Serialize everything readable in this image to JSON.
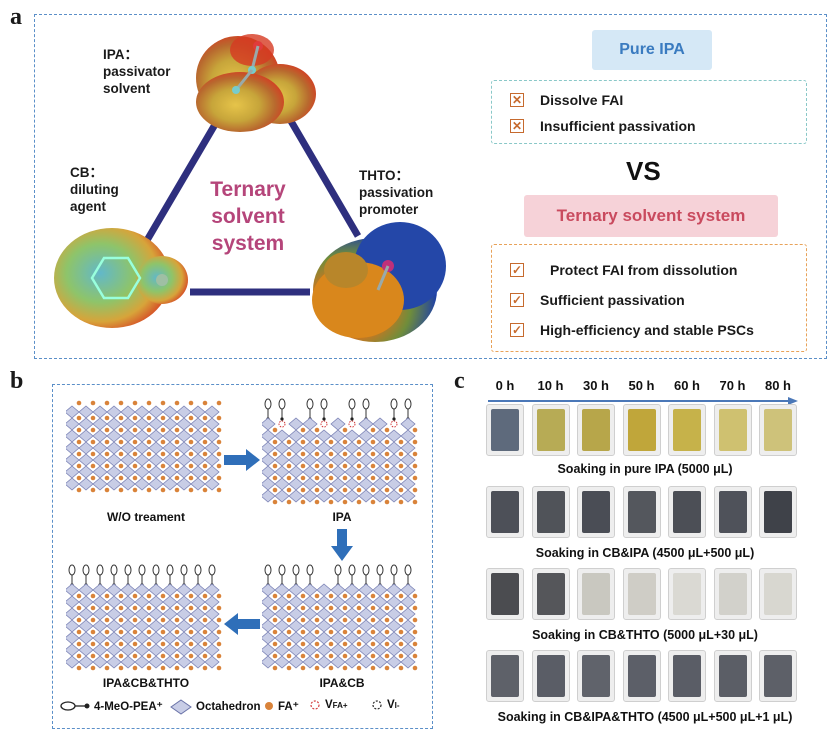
{
  "panel_a": {
    "letter": "a",
    "ipa_label": "IPA：\npassivator\nsolvent",
    "cb_label": "CB：\ndiluting\nagent",
    "thto_label": "THTO：\npassivation\npromoter",
    "center_title": "Ternary\nsolvent\nsystem",
    "pure_ipa": "Pure IPA",
    "pure_ipa_items": [
      "Dissolve FAI",
      "Insufficient passivation"
    ],
    "vs": "VS",
    "ternary": "Ternary solvent system",
    "ternary_items": [
      "Protect FAI from dissolution",
      "Sufficient passivation",
      "High-efficiency and stable PSCs"
    ],
    "colors": {
      "box_border": "#5b8fc8",
      "triangle": "#2e2f7e",
      "title": "#b5457a",
      "check": "#c66a2e"
    }
  },
  "panel_b": {
    "letter": "b",
    "stages": [
      "W/O treament",
      "IPA",
      "IPA&CB",
      "IPA&CB&THTO"
    ],
    "legend": [
      "4-MeO-PEA⁺",
      "Octahedron",
      "FA⁺",
      "V",
      "V"
    ],
    "legend_sub": [
      "",
      "",
      "",
      "FA+",
      "I-"
    ]
  },
  "panel_c": {
    "letter": "c",
    "hours": [
      "0 h",
      "10 h",
      "30 h",
      "50 h",
      "60 h",
      "70 h",
      "80 h"
    ],
    "captions": [
      "Soaking in pure IPA (5000 μL)",
      "Soaking in CB&IPA (4500 μL+500 μL)",
      "Soaking in CB&THTO (5000 μL+30 μL)",
      "Soaking in CB&IPA&THTO (4500 μL+500 μL+1 μL)"
    ],
    "sample_colors": [
      [
        "#5e6a7c",
        "#b7ab55",
        "#b7a64a",
        "#c0a63a",
        "#c6b24a",
        "#cfc170",
        "#cec27a"
      ],
      [
        "#4d5058",
        "#505359",
        "#4a4d55",
        "#54575d",
        "#4c4f56",
        "#4f525a",
        "#3f4249"
      ],
      [
        "#4b4c50",
        "#55565a",
        "#c9c8c0",
        "#cfcdc6",
        "#dad9d3",
        "#d2d1cb",
        "#d8d7d0"
      ],
      [
        "#5e6169",
        "#5a5d66",
        "#60636b",
        "#5c5f68",
        "#5a5d66",
        "#5b5e66",
        "#5d6068"
      ]
    ]
  }
}
